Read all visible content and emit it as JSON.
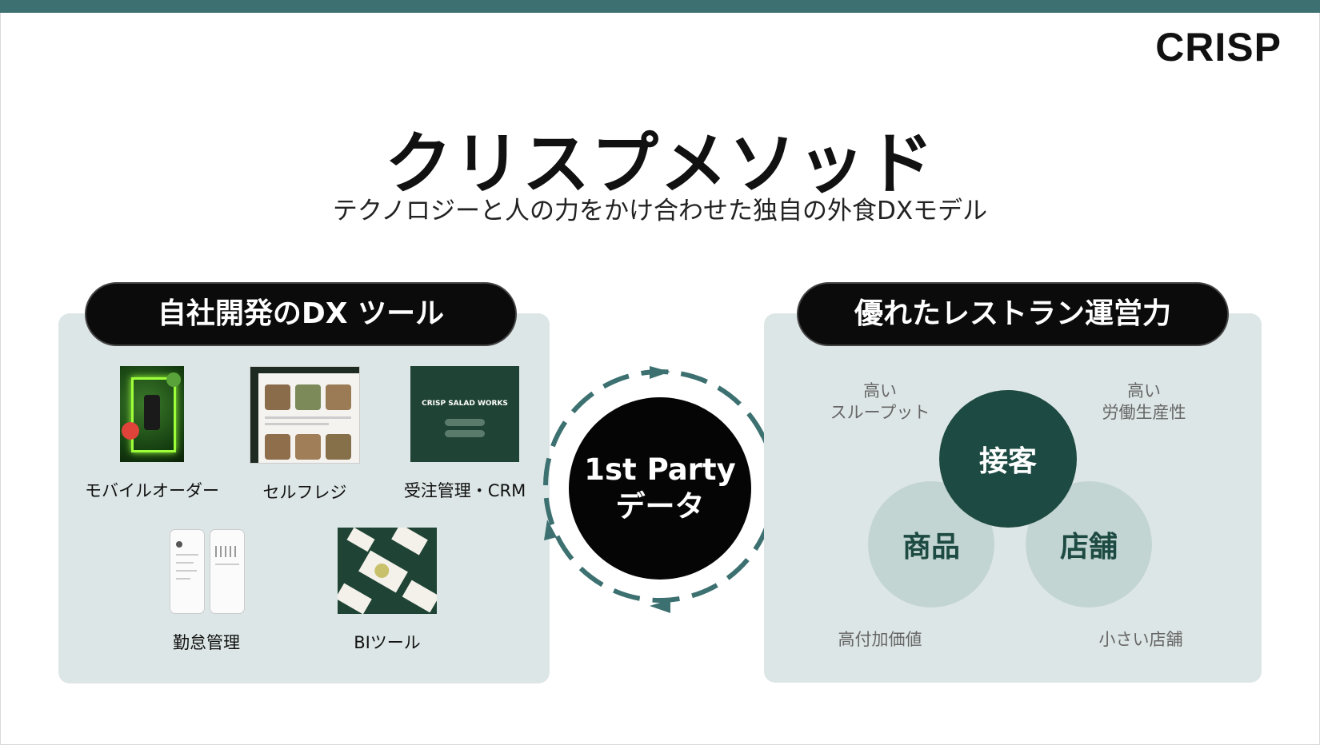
{
  "brand": "CRISP",
  "title": "クリスプメソッド",
  "subtitle": "テクノロジーと人の力をかけ合わせた独自の外食DXモデル",
  "left_panel": {
    "heading": "自社開発のDX ツール",
    "tools": [
      {
        "label": "モバイルオーダー"
      },
      {
        "label": "セルフレジ"
      },
      {
        "label": "受注管理・CRM"
      },
      {
        "label": "勤怠管理"
      },
      {
        "label": "BIツール"
      }
    ],
    "crm_screen_text": "CRISP SALAD WORKS"
  },
  "center": {
    "line1": "1st Party",
    "line2": "データ"
  },
  "right_panel": {
    "heading": "優れたレストラン運営力",
    "circles": {
      "top": "接客",
      "left": "商品",
      "right": "店舗"
    },
    "notes": {
      "top_left": [
        "高い",
        "スループット"
      ],
      "top_right": [
        "高い",
        "労働生産性"
      ],
      "bottom_left": "高付加価値",
      "bottom_right": "小さい店舗"
    }
  },
  "colors": {
    "accent": "#3d7070",
    "panel_bg": "#dde6e6",
    "dark_circle": "#1d4a42",
    "light_circle": "#c3d5d3",
    "pill_bg": "#0b0b0b"
  }
}
